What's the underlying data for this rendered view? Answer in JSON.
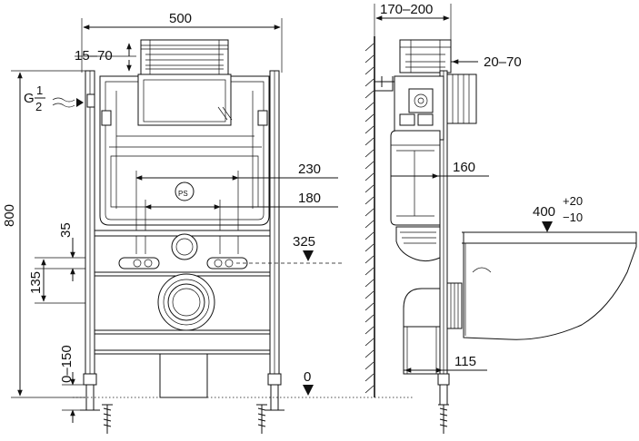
{
  "drawing": {
    "front_view": {
      "width_label": "500",
      "height_label": "800",
      "top_adjust_label": "15–70",
      "supply_label_prefix": "G",
      "supply_label_num": "1",
      "supply_label_den": "2",
      "inner_label_230": "230",
      "inner_label_180": "180",
      "label_35": "35",
      "label_135": "135",
      "label_325": "325",
      "label_0_150": "0–150",
      "label_0_front": "0"
    },
    "side_view": {
      "depth_label": "170–200",
      "adjust_label": "20–70",
      "label_160": "160",
      "label_400": "400",
      "label_plus": "+20",
      "label_minus": "−10",
      "label_115": "115"
    }
  }
}
